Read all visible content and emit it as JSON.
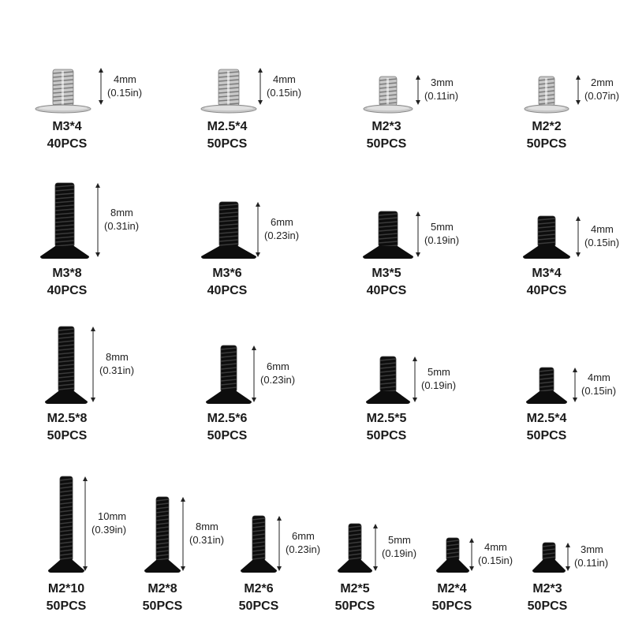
{
  "items": [
    {
      "name": "M3*4",
      "qty": "40PCS",
      "length": "4mm",
      "length_in": "(0.15in)",
      "finish": "silver",
      "head": "pan"
    },
    {
      "name": "M2.5*4",
      "qty": "50PCS",
      "length": "4mm",
      "length_in": "(0.15in)",
      "finish": "silver",
      "head": "pan"
    },
    {
      "name": "M2*3",
      "qty": "50PCS",
      "length": "3mm",
      "length_in": "(0.11in)",
      "finish": "silver",
      "head": "pan"
    },
    {
      "name": "M2*2",
      "qty": "50PCS",
      "length": "2mm",
      "length_in": "(0.07in)",
      "finish": "silver",
      "head": "pan"
    },
    {
      "name": "M3*8",
      "qty": "40PCS",
      "length": "8mm",
      "length_in": "(0.31in)",
      "finish": "black",
      "head": "flat"
    },
    {
      "name": "M3*6",
      "qty": "40PCS",
      "length": "6mm",
      "length_in": "(0.23in)",
      "finish": "black",
      "head": "flat"
    },
    {
      "name": "M3*5",
      "qty": "40PCS",
      "length": "5mm",
      "length_in": "(0.19in)",
      "finish": "black",
      "head": "flat"
    },
    {
      "name": "M3*4",
      "qty": "40PCS",
      "length": "4mm",
      "length_in": "(0.15in)",
      "finish": "black",
      "head": "flat"
    },
    {
      "name": "M2.5*8",
      "qty": "50PCS",
      "length": "8mm",
      "length_in": "(0.31in)",
      "finish": "black",
      "head": "flat"
    },
    {
      "name": "M2.5*6",
      "qty": "50PCS",
      "length": "6mm",
      "length_in": "(0.23in)",
      "finish": "black",
      "head": "flat"
    },
    {
      "name": "M2.5*5",
      "qty": "50PCS",
      "length": "5mm",
      "length_in": "(0.19in)",
      "finish": "black",
      "head": "flat"
    },
    {
      "name": "M2.5*4",
      "qty": "50PCS",
      "length": "4mm",
      "length_in": "(0.15in)",
      "finish": "black",
      "head": "flat"
    },
    {
      "name": "M2*10",
      "qty": "50PCS",
      "length": "10mm",
      "length_in": "(0.39in)",
      "finish": "black",
      "head": "flat"
    },
    {
      "name": "M2*8",
      "qty": "50PCS",
      "length": "8mm",
      "length_in": "(0.31in)",
      "finish": "black",
      "head": "flat"
    },
    {
      "name": "M2*6",
      "qty": "50PCS",
      "length": "6mm",
      "length_in": "(0.23in)",
      "finish": "black",
      "head": "flat"
    },
    {
      "name": "M2*5",
      "qty": "50PCS",
      "length": "5mm",
      "length_in": "(0.19in)",
      "finish": "black",
      "head": "flat"
    },
    {
      "name": "M2*4",
      "qty": "50PCS",
      "length": "4mm",
      "length_in": "(0.15in)",
      "finish": "black",
      "head": "flat"
    },
    {
      "name": "M2*3",
      "qty": "50PCS",
      "length": "3mm",
      "length_in": "(0.11in)",
      "finish": "black",
      "head": "flat"
    }
  ],
  "colors": {
    "black_screw": "#0d0d0d",
    "silver_screw": "#c8c8c8",
    "silver_dark": "#7a7a7a",
    "text": "#1a1a1a"
  }
}
